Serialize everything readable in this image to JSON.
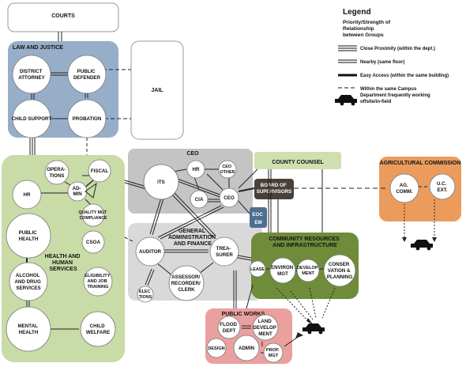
{
  "groups": {
    "courts": "COURTS",
    "law_and_justice": "LAW AND JUSTICE",
    "jail": "JAIL",
    "ceo": "CEO",
    "county_counsel": "COUNTY COUNSEL",
    "board_of_supervisors": [
      "BOARD OF",
      "SUPERVISORS"
    ],
    "eoc": [
      "EOC",
      "EM"
    ],
    "agricultural_commission": "AGRICULTURAL COMMISSION",
    "general_administration": [
      "GENERAL",
      "ADMINISTRATION",
      "AND FINANCE"
    ],
    "community_resources": [
      "COMMUNITY RESOURCES",
      "AND INFRASTRUCTURE"
    ],
    "public_works": "PUBLIC WORKS",
    "health_and_human_services": [
      "HEALTH AND",
      "HUMAN",
      "SERVICES"
    ]
  },
  "nodes": {
    "district_attorney": [
      "DISTRICT",
      "ATTORNEY"
    ],
    "public_defender": [
      "PUBLIC",
      "DEFENDER"
    ],
    "child_support": [
      "CHILD SUPPORT"
    ],
    "probation": [
      "PROBATION"
    ],
    "operations": [
      "OPERA-",
      "TIONS"
    ],
    "fiscal": [
      "FISCAL"
    ],
    "hr_hhs": [
      "HR"
    ],
    "admin": [
      "AD-",
      "MIN"
    ],
    "quality_mgt": [
      "QUALITY MGT",
      "COMPLIANCE"
    ],
    "public_health": [
      "PUBLIC",
      "HEALTH"
    ],
    "csoa": [
      "CSOA"
    ],
    "alcohol_drug": [
      "ALCOHOL",
      "AND DRUG",
      "SERVICES"
    ],
    "eligibility": [
      "ELIGIBILITY",
      "AND JOB",
      "TRAINING"
    ],
    "mental_health": [
      "MENTAL",
      "HEALTH"
    ],
    "child_welfare": [
      "CHILD",
      "WELFARE"
    ],
    "its": [
      "ITS"
    ],
    "hr_ceo": [
      "HR"
    ],
    "ceo_other": [
      "CEO",
      "OTHER"
    ],
    "cia": [
      "CIA"
    ],
    "ceo_node": [
      "CEO"
    ],
    "auditor": [
      "AUDITOR"
    ],
    "treasurer": [
      "TREA-",
      "SURER"
    ],
    "assessor": [
      "ASSESSOR/",
      "RECORDER/",
      "CLERK"
    ],
    "elections": [
      "ELEC",
      "TIONS"
    ],
    "lease": [
      "LEASE"
    ],
    "environ_mgt": [
      "ENVIRON",
      "MGT"
    ],
    "development": [
      "DEVELOP",
      "MENT"
    ],
    "conservation": [
      "CONSER",
      "VATION &",
      "PLANNING"
    ],
    "ag_comm": [
      "AG.",
      "COMM."
    ],
    "uc_ext": [
      "U.C.",
      "EXT."
    ],
    "flood_dept": [
      "FLOOD",
      "DEPT"
    ],
    "land_development": [
      "LAND",
      "DEVELOP",
      "MENT"
    ],
    "design": [
      "DESIGN"
    ],
    "admin_pw": [
      "ADMIN"
    ],
    "prop_mgt": [
      "PROP.",
      "MGT"
    ]
  },
  "legend": {
    "title": "Legend",
    "subtitle": [
      "Priority/Strength of",
      "Relationship",
      "between Groups"
    ],
    "items": [
      "Close Proximity (within the dept.)",
      "Nearby (same floor)",
      "Easy Access (within the same building)",
      "Within the same Campus"
    ],
    "car_note": [
      "Department frequently working",
      "offsite/in-field"
    ]
  },
  "colors": {
    "law_justice_fill": "#97aec9",
    "hhs_fill": "#c9dba6",
    "ceo_fill": "#c4c4c4",
    "gen_admin_fill": "#d9d9d9",
    "community_fill": "#6f8c3b",
    "public_works_fill": "#eba0a0",
    "ag_comm_fill": "#eb9c5d",
    "county_counsel_fill": "#cfe0b0",
    "board_fill": "#4a403a",
    "eoc_fill": "#4e6e92"
  }
}
